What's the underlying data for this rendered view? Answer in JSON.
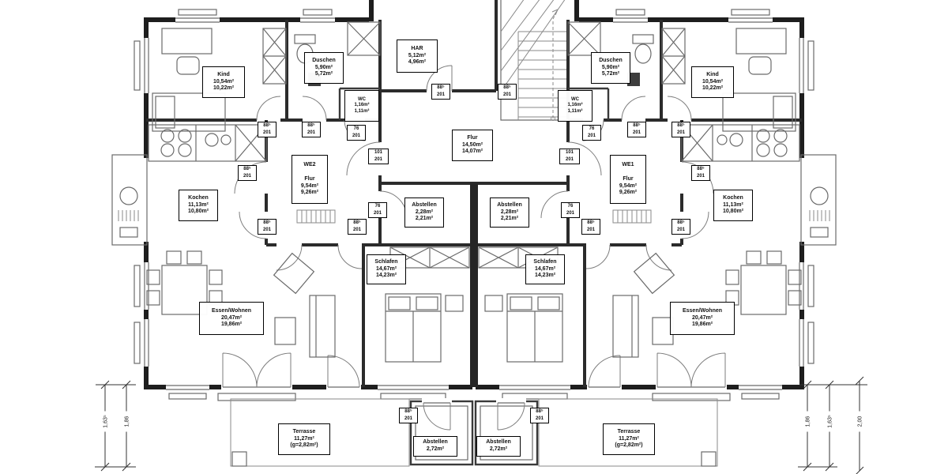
{
  "door_stamps": {
    "d88": {
      "line1": "88⁵",
      "line2": "201"
    },
    "d76": {
      "line1": "76",
      "line2": "201"
    },
    "d101": {
      "line1": "101",
      "line2": "201"
    }
  },
  "rooms": {
    "kind": {
      "name": "Kind",
      "area_brutto": "10,54m²",
      "area_netto": "10,22m²"
    },
    "duschen": {
      "name": "Duschen",
      "area_brutto": "5,90m²",
      "area_netto": "5,72m²"
    },
    "wc": {
      "name": "WC",
      "area_brutto": "1,16m²",
      "area_netto": "1,11m²"
    },
    "har": {
      "name": "HAR",
      "area_brutto": "5,12m²",
      "area_netto": "4,96m²"
    },
    "flur_haus": {
      "name": "Flur",
      "area_brutto": "14,50m²",
      "area_netto": "14,07m²"
    },
    "we2": {
      "unit": "WE2",
      "name": "Flur",
      "area_brutto": "9,54m²",
      "area_netto": "9,26m²"
    },
    "we1": {
      "unit": "WE1",
      "name": "Flur",
      "area_brutto": "9,54m²",
      "area_netto": "9,26m²"
    },
    "kochen": {
      "name": "Kochen",
      "area_brutto": "11,13m²",
      "area_netto": "10,80m²"
    },
    "abstellen_og": {
      "name": "Abstellen",
      "area_brutto": "2,28m²",
      "area_netto": "2,21m²"
    },
    "schlafen": {
      "name": "Schlafen",
      "area_brutto": "14,67m²",
      "area_netto": "14,23m²"
    },
    "essen": {
      "name": "Essen/Wohnen",
      "area_brutto": "20,47m²",
      "area_netto": "19,86m²"
    },
    "terrasse": {
      "name": "Terrasse",
      "area": "11,27m²",
      "note": "(g=2,82m²)"
    },
    "shed": {
      "name": "Abstellen",
      "area": "2,72m²"
    }
  },
  "dimensions": {
    "left": [
      "1,63⁵",
      "1,86"
    ],
    "right": [
      "1,86",
      "1,63⁵",
      "2,00"
    ]
  }
}
